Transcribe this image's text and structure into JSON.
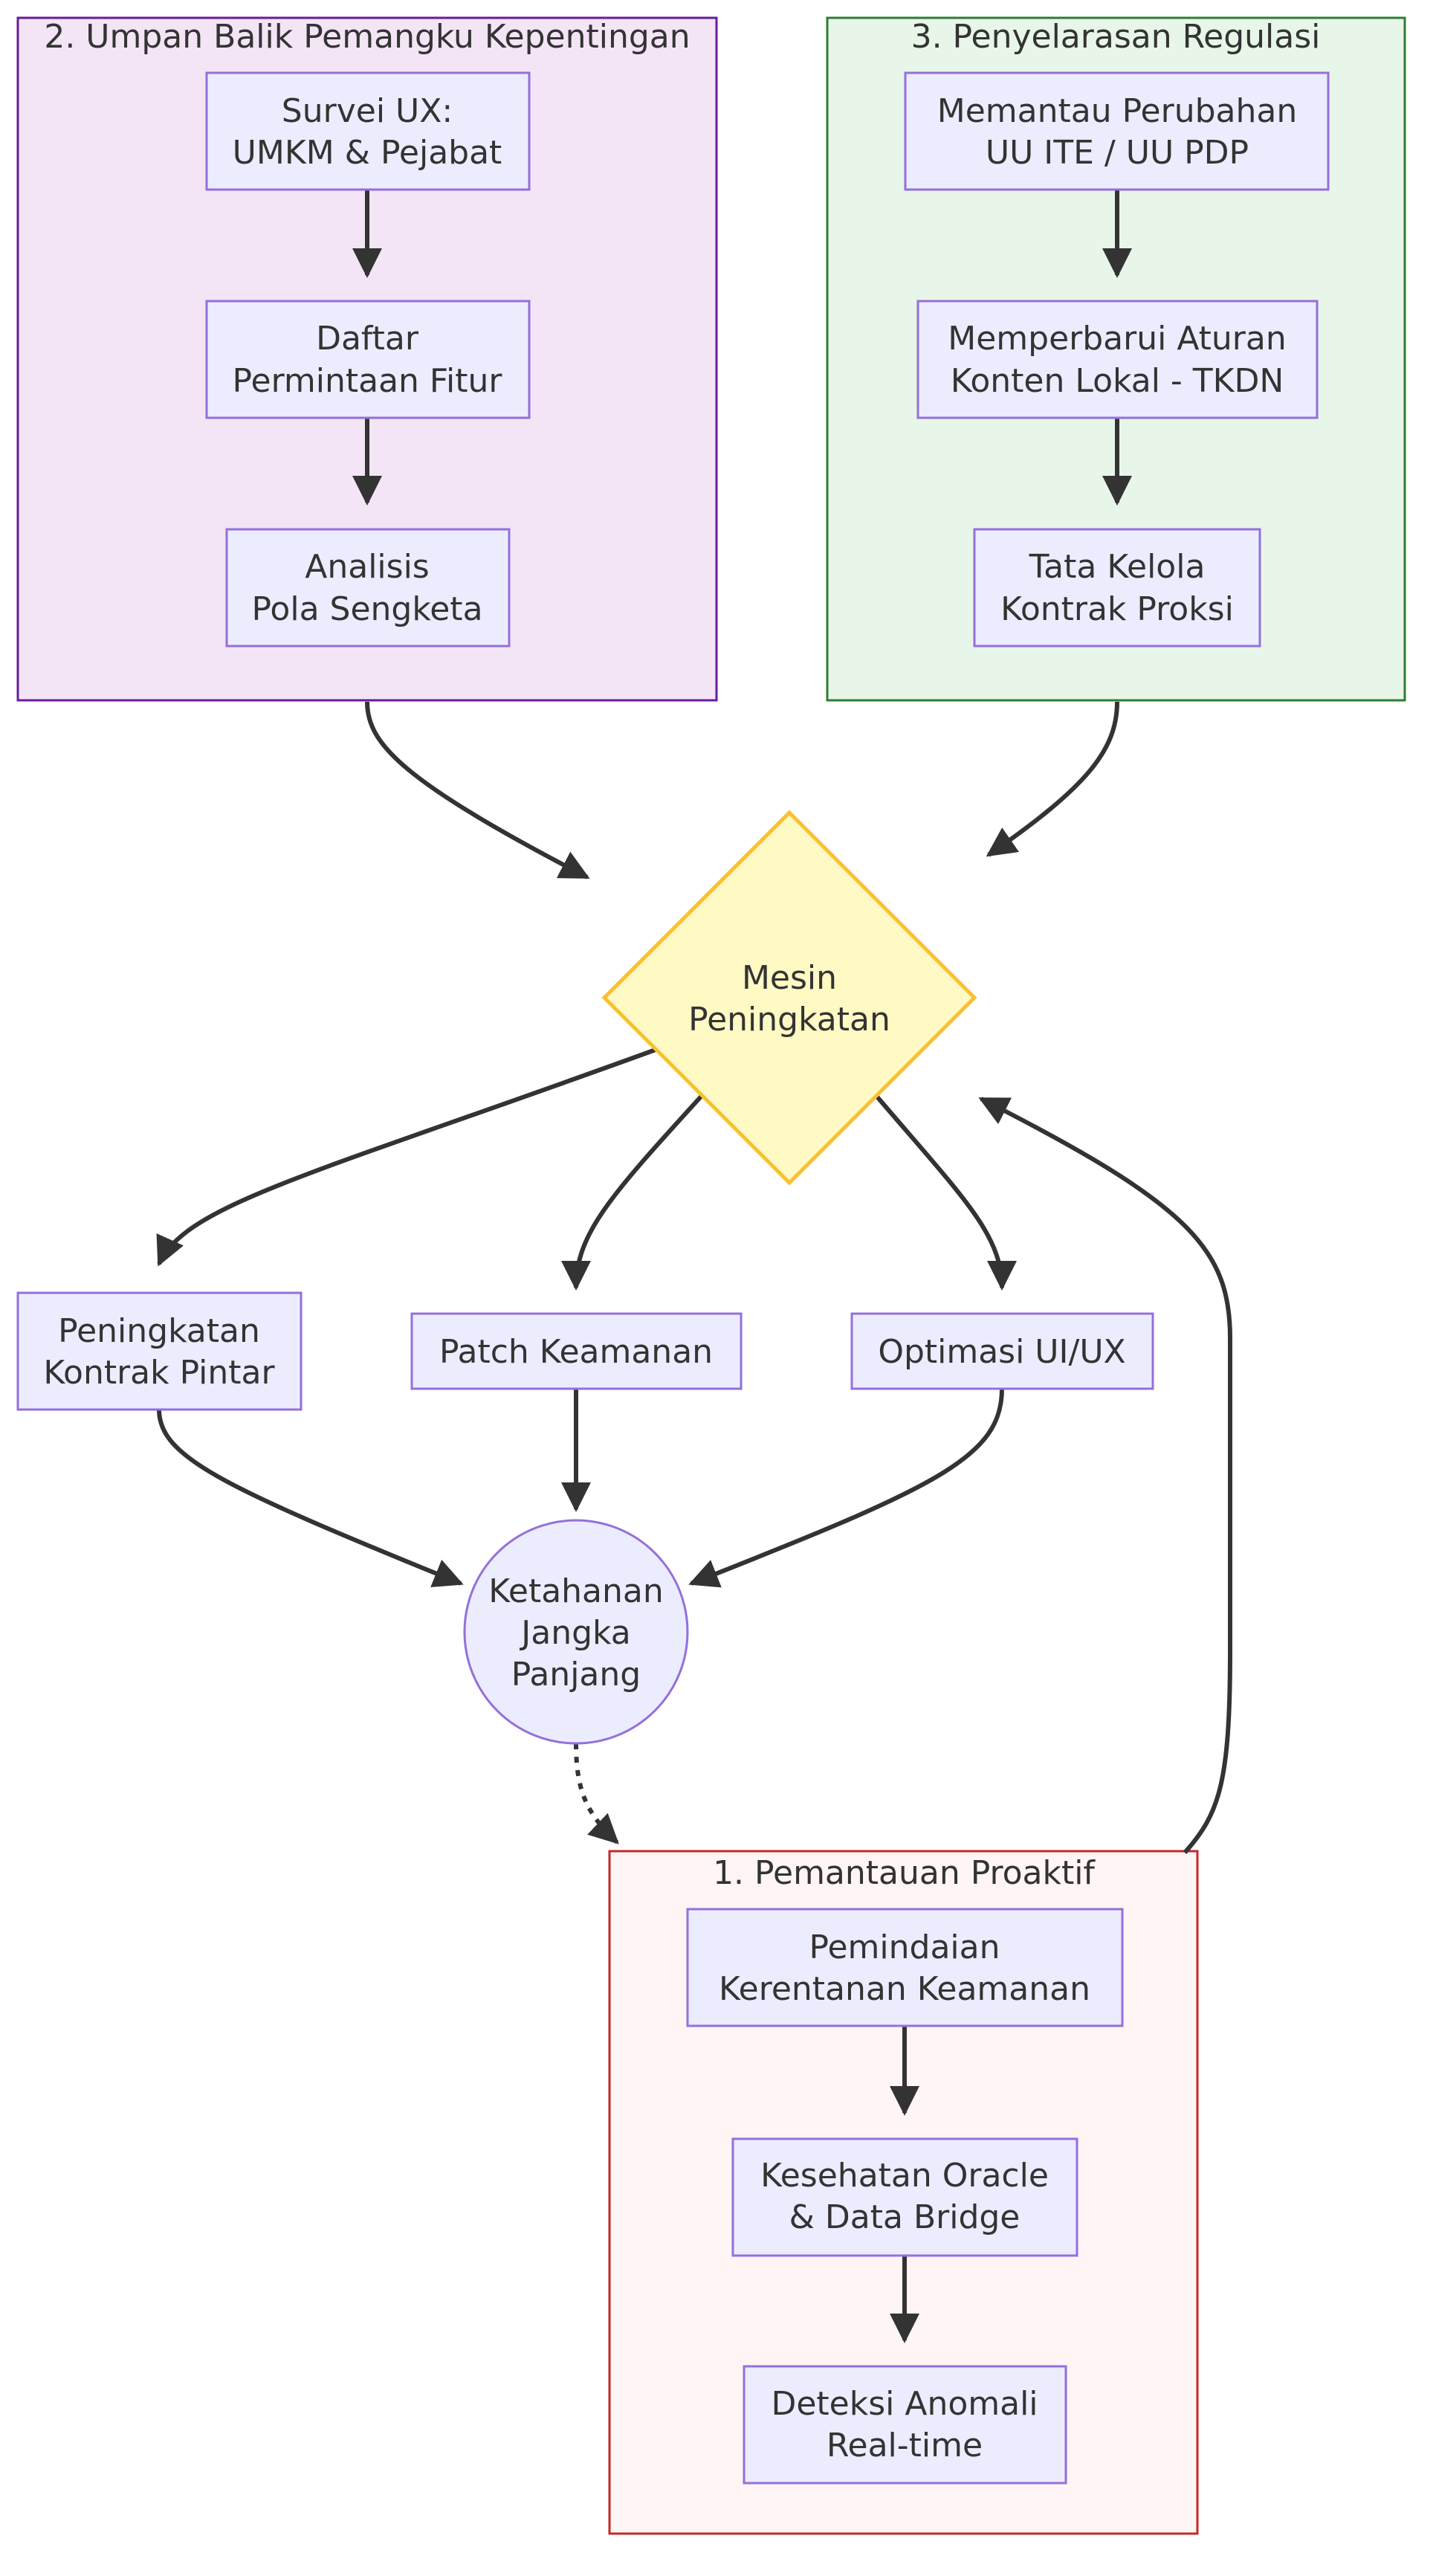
{
  "colors": {
    "node_fill": "#ECECFF",
    "node_stroke": "#9370DB",
    "edge": "#333333",
    "cluster_feedback_fill": "#F3E5F5",
    "cluster_feedback_stroke": "#6A1B9A",
    "cluster_regulation_fill": "#E8F5E9",
    "cluster_regulation_stroke": "#2E7D32",
    "cluster_monitoring_fill": "#FFF5F5",
    "cluster_monitoring_stroke": "#C62828",
    "decision_fill": "#FFF9C4",
    "decision_stroke": "#FBC02D"
  },
  "clusters": {
    "feedback": {
      "title": "2. Umpan Balik Pemangku Kepentingan"
    },
    "regulation": {
      "title": "3. Penyelarasan Regulasi"
    },
    "monitoring": {
      "title": "1. Pemantauan Proaktif"
    }
  },
  "nodes": {
    "ux_survey": {
      "line1": "Survei UX:",
      "line2": "UMKM & Pejabat"
    },
    "feature_requests": {
      "line1": "Daftar",
      "line2": "Permintaan Fitur"
    },
    "dispute_analysis": {
      "line1": "Analisis",
      "line2": "Pola Sengketa"
    },
    "law_monitoring": {
      "line1": "Memantau Perubahan",
      "line2": "UU ITE / UU PDP"
    },
    "tkdn_rules": {
      "line1": "Memperbarui Aturan",
      "line2": "Konten Lokal - TKDN"
    },
    "proxy_governance": {
      "line1": "Tata Kelola",
      "line2": "Kontrak Proksi"
    },
    "upgrade_engine": {
      "line1": "Mesin",
      "line2": "Peningkatan"
    },
    "smart_contract_upgrade": {
      "line1": "Peningkatan",
      "line2": "Kontrak Pintar"
    },
    "security_patch": {
      "line1": "Patch Keamanan"
    },
    "uiux_optimization": {
      "line1": "Optimasi UI/UX"
    },
    "long_term_resilience": {
      "line1": "Ketahanan",
      "line2": "Jangka",
      "line3": "Panjang"
    },
    "vuln_scan": {
      "line1": "Pemindaian",
      "line2": "Kerentanan Keamanan"
    },
    "oracle_health": {
      "line1": "Kesehatan Oracle",
      "line2": "& Data Bridge"
    },
    "anomaly_detection": {
      "line1": "Deteksi Anomali",
      "line2": "Real-time"
    }
  }
}
